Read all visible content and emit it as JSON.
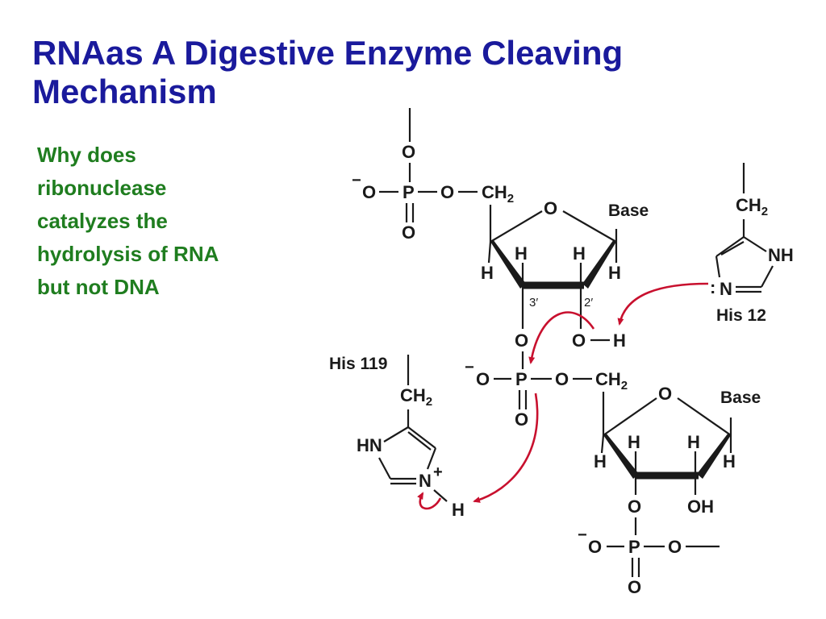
{
  "slide": {
    "title": "RNAas A Digestive Enzyme Cleaving Mechanism",
    "question_lines": [
      "Why does",
      "ribonuclease",
      "catalyzes the",
      "hydrolysis of RNA",
      "but not DNA"
    ]
  },
  "diagram": {
    "labels": {
      "his12": "His 12",
      "his119": "His 119",
      "base_top": "Base",
      "base_bottom": "Base",
      "pos_3prime": "3′",
      "pos_2prime": "2′"
    },
    "atoms": {
      "O": "O",
      "P": "P",
      "H": "H",
      "N": "N",
      "NH": "NH",
      "HN": "HN",
      "OH": "OH",
      "CH": "CH",
      "sub2": "2",
      "minus": "−",
      "plus": "+",
      "lone_pair": ":"
    },
    "colors": {
      "title": "#1a1a9c",
      "question": "#1f7d1f",
      "arrow": "#c8102e",
      "ink": "#1a1a1a"
    }
  }
}
